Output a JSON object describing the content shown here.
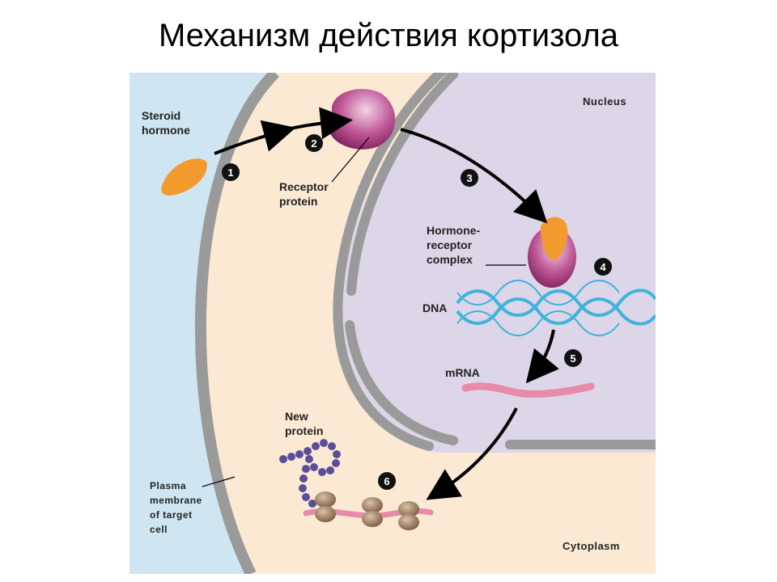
{
  "slide": {
    "title": "Механизм действия кортизола"
  },
  "diagram": {
    "labels": {
      "steroid_hormone": [
        "Steroid",
        "hormone"
      ],
      "receptor_protein": [
        "Receptor",
        "protein"
      ],
      "nucleus": "Nucleus",
      "hormone_receptor_complex": [
        "Hormone-",
        "receptor",
        "complex"
      ],
      "dna": "DNA",
      "mrna": "mRNA",
      "new_protein": [
        "New",
        "protein"
      ],
      "plasma_membrane": [
        "Plasma",
        "membrane",
        "of target",
        "cell"
      ],
      "cytoplasm": "Cytoplasm"
    },
    "steps": [
      "1",
      "2",
      "3",
      "4",
      "5",
      "6"
    ],
    "colors": {
      "extracellular": "#cfe6f2",
      "cytoplasm": "#fbe9d4",
      "nucleus": "#dcd6e8",
      "membrane": "#9a9a9a",
      "hormone": "#f29a2e",
      "receptor": "#a8327a",
      "dna": "#3fb3dc",
      "mrna": "#e88aa8",
      "new_protein": "#5a4e9a",
      "ribosome": "#9a7a5e"
    }
  }
}
